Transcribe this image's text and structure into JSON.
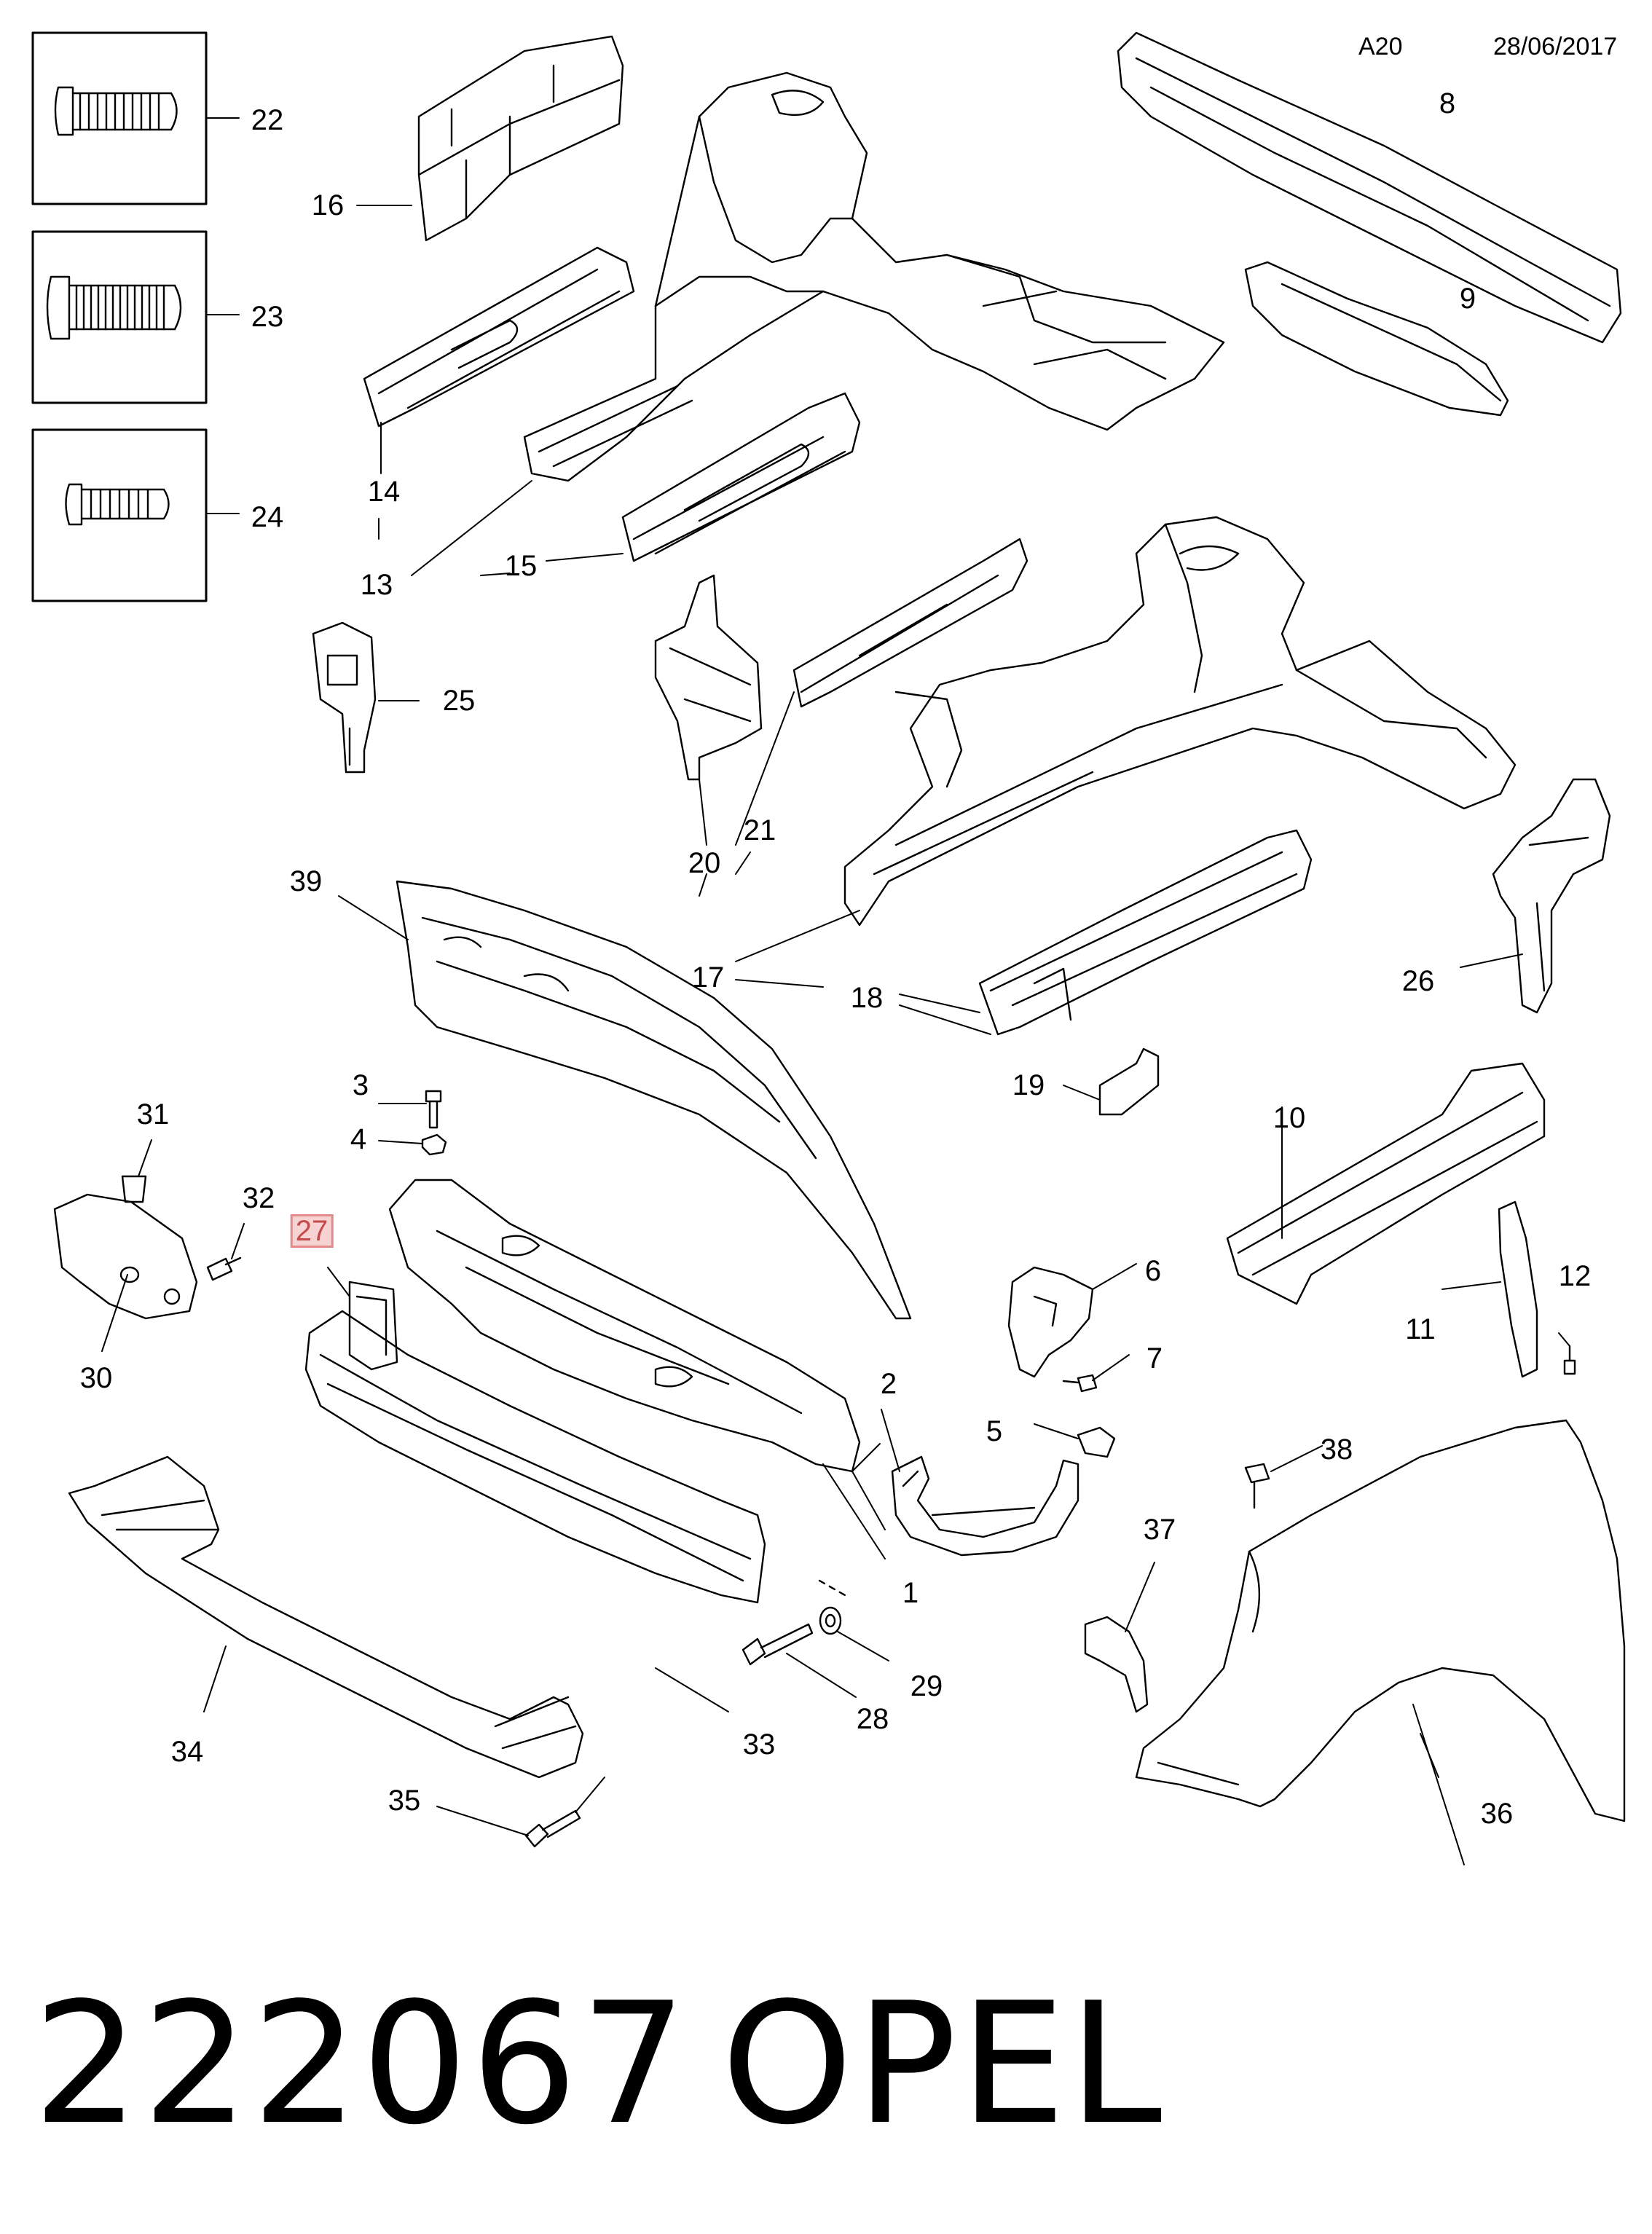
{
  "header": {
    "code": "A20",
    "date": "28/06/2017"
  },
  "footer": {
    "part_number": "222067",
    "brand": "OPEL"
  },
  "highlighted_label": "27",
  "labels": {
    "l1": "1",
    "l2": "2",
    "l3": "3",
    "l4": "4",
    "l5": "5",
    "l6": "6",
    "l7": "7",
    "l8": "8",
    "l9": "9",
    "l10": "10",
    "l11": "11",
    "l12": "12",
    "l13": "13",
    "l14": "14",
    "l15": "15",
    "l16": "16",
    "l17": "17",
    "l18": "18",
    "l19": "19",
    "l20": "20",
    "l21": "21",
    "l22": "22",
    "l23": "23",
    "l24": "24",
    "l25": "25",
    "l26": "26",
    "l27": "27",
    "l28": "28",
    "l29": "29",
    "l30": "30",
    "l31": "31",
    "l32": "32",
    "l33": "33",
    "l34": "34",
    "l35": "35",
    "l36": "36",
    "l37": "37",
    "l38": "38",
    "l39": "39"
  }
}
